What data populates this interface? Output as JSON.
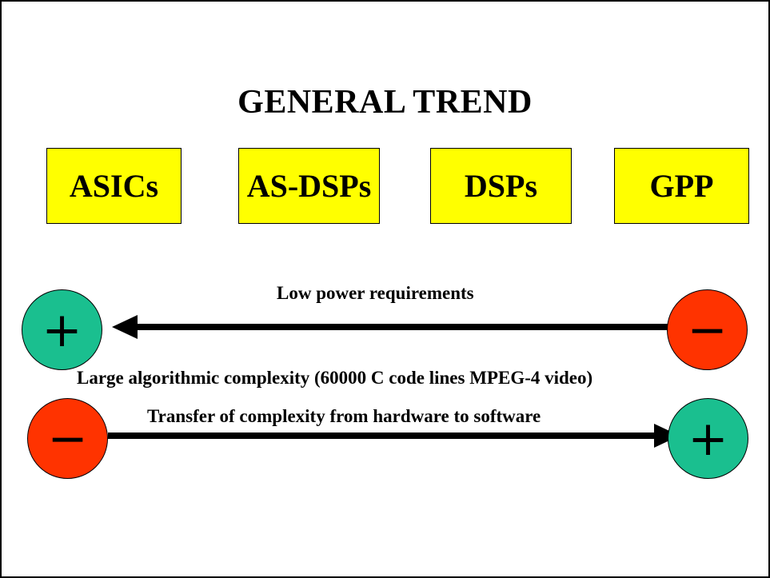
{
  "title": "GENERAL TREND",
  "boxes": [
    "ASICs",
    "AS-DSPs",
    "DSPs",
    "GPP"
  ],
  "arrow_top": {
    "label": "Low power requirements",
    "direction": "left",
    "left_sign": "+",
    "right_sign": "−"
  },
  "middle_label": "Large algorithmic complexity (60000 C code lines MPEG-4 video)",
  "arrow_bottom": {
    "label": "Transfer of complexity from hardware to software",
    "direction": "right",
    "left_sign": "−",
    "right_sign": "+"
  },
  "colors": {
    "box": "#ffff00",
    "plus_circle": "#1abf8f",
    "minus_circle": "#ff3300",
    "arrow": "#000000"
  }
}
